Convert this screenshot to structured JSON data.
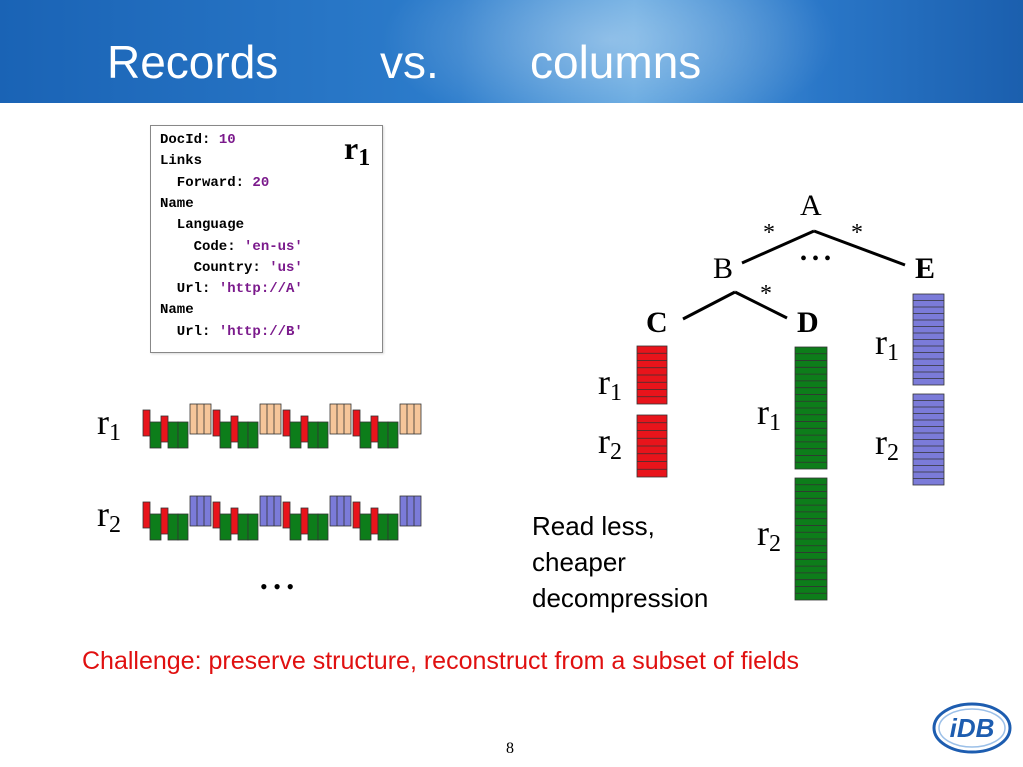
{
  "header": {
    "title_records": "Records",
    "title_vs": "vs.",
    "title_columns": "columns"
  },
  "record": {
    "label": "r",
    "label_sub": "1",
    "lines": [
      {
        "key": "DocId: ",
        "value": "10",
        "indent": 0
      },
      {
        "key": "Links",
        "value": "",
        "indent": 0
      },
      {
        "key": "  Forward: ",
        "value": "20",
        "indent": 0
      },
      {
        "key": "Name",
        "value": "",
        "indent": 0
      },
      {
        "key": "  Language",
        "value": "",
        "indent": 0
      },
      {
        "key": "    Code: ",
        "value": "'en-us'",
        "indent": 0
      },
      {
        "key": "    Country: ",
        "value": "'us'",
        "indent": 0
      },
      {
        "key": "  Url: ",
        "value": "'http://A'",
        "indent": 0
      },
      {
        "key": "Name",
        "value": "",
        "indent": 0
      },
      {
        "key": "  Url: ",
        "value": "'http://B'",
        "indent": 0
      }
    ]
  },
  "rows": {
    "r1": {
      "label": "r",
      "sub": "1"
    },
    "r2": {
      "label": "r",
      "sub": "2"
    },
    "ellipsis": "• • •"
  },
  "tree": {
    "A": "A",
    "B": "B",
    "C": "C",
    "D": "D",
    "E": "E",
    "star": "*",
    "ellipsis": "• • •"
  },
  "columns": {
    "C": {
      "r1": {
        "label": "r",
        "sub": "1"
      },
      "r2": {
        "label": "r",
        "sub": "2"
      }
    },
    "D": {
      "r1": {
        "label": "r",
        "sub": "1"
      },
      "r2": {
        "label": "r",
        "sub": "2"
      }
    },
    "E": {
      "r1": {
        "label": "r",
        "sub": "1"
      },
      "r2": {
        "label": "r",
        "sub": "2"
      }
    }
  },
  "caption": {
    "line1": "Read less,",
    "line2": "cheaper",
    "line3": "decompression"
  },
  "challenge": "Challenge: preserve structure, reconstruct from a subset of fields",
  "page_number": "8",
  "logo_text": "iDB",
  "colors": {
    "red": "#e8141b",
    "green": "#0d7d1a",
    "peach": "#f6c69a",
    "purple": "#7b7bd9",
    "value_text": "#7b1a8c",
    "challenge": "#e01010",
    "logo": "#1d5db0"
  }
}
